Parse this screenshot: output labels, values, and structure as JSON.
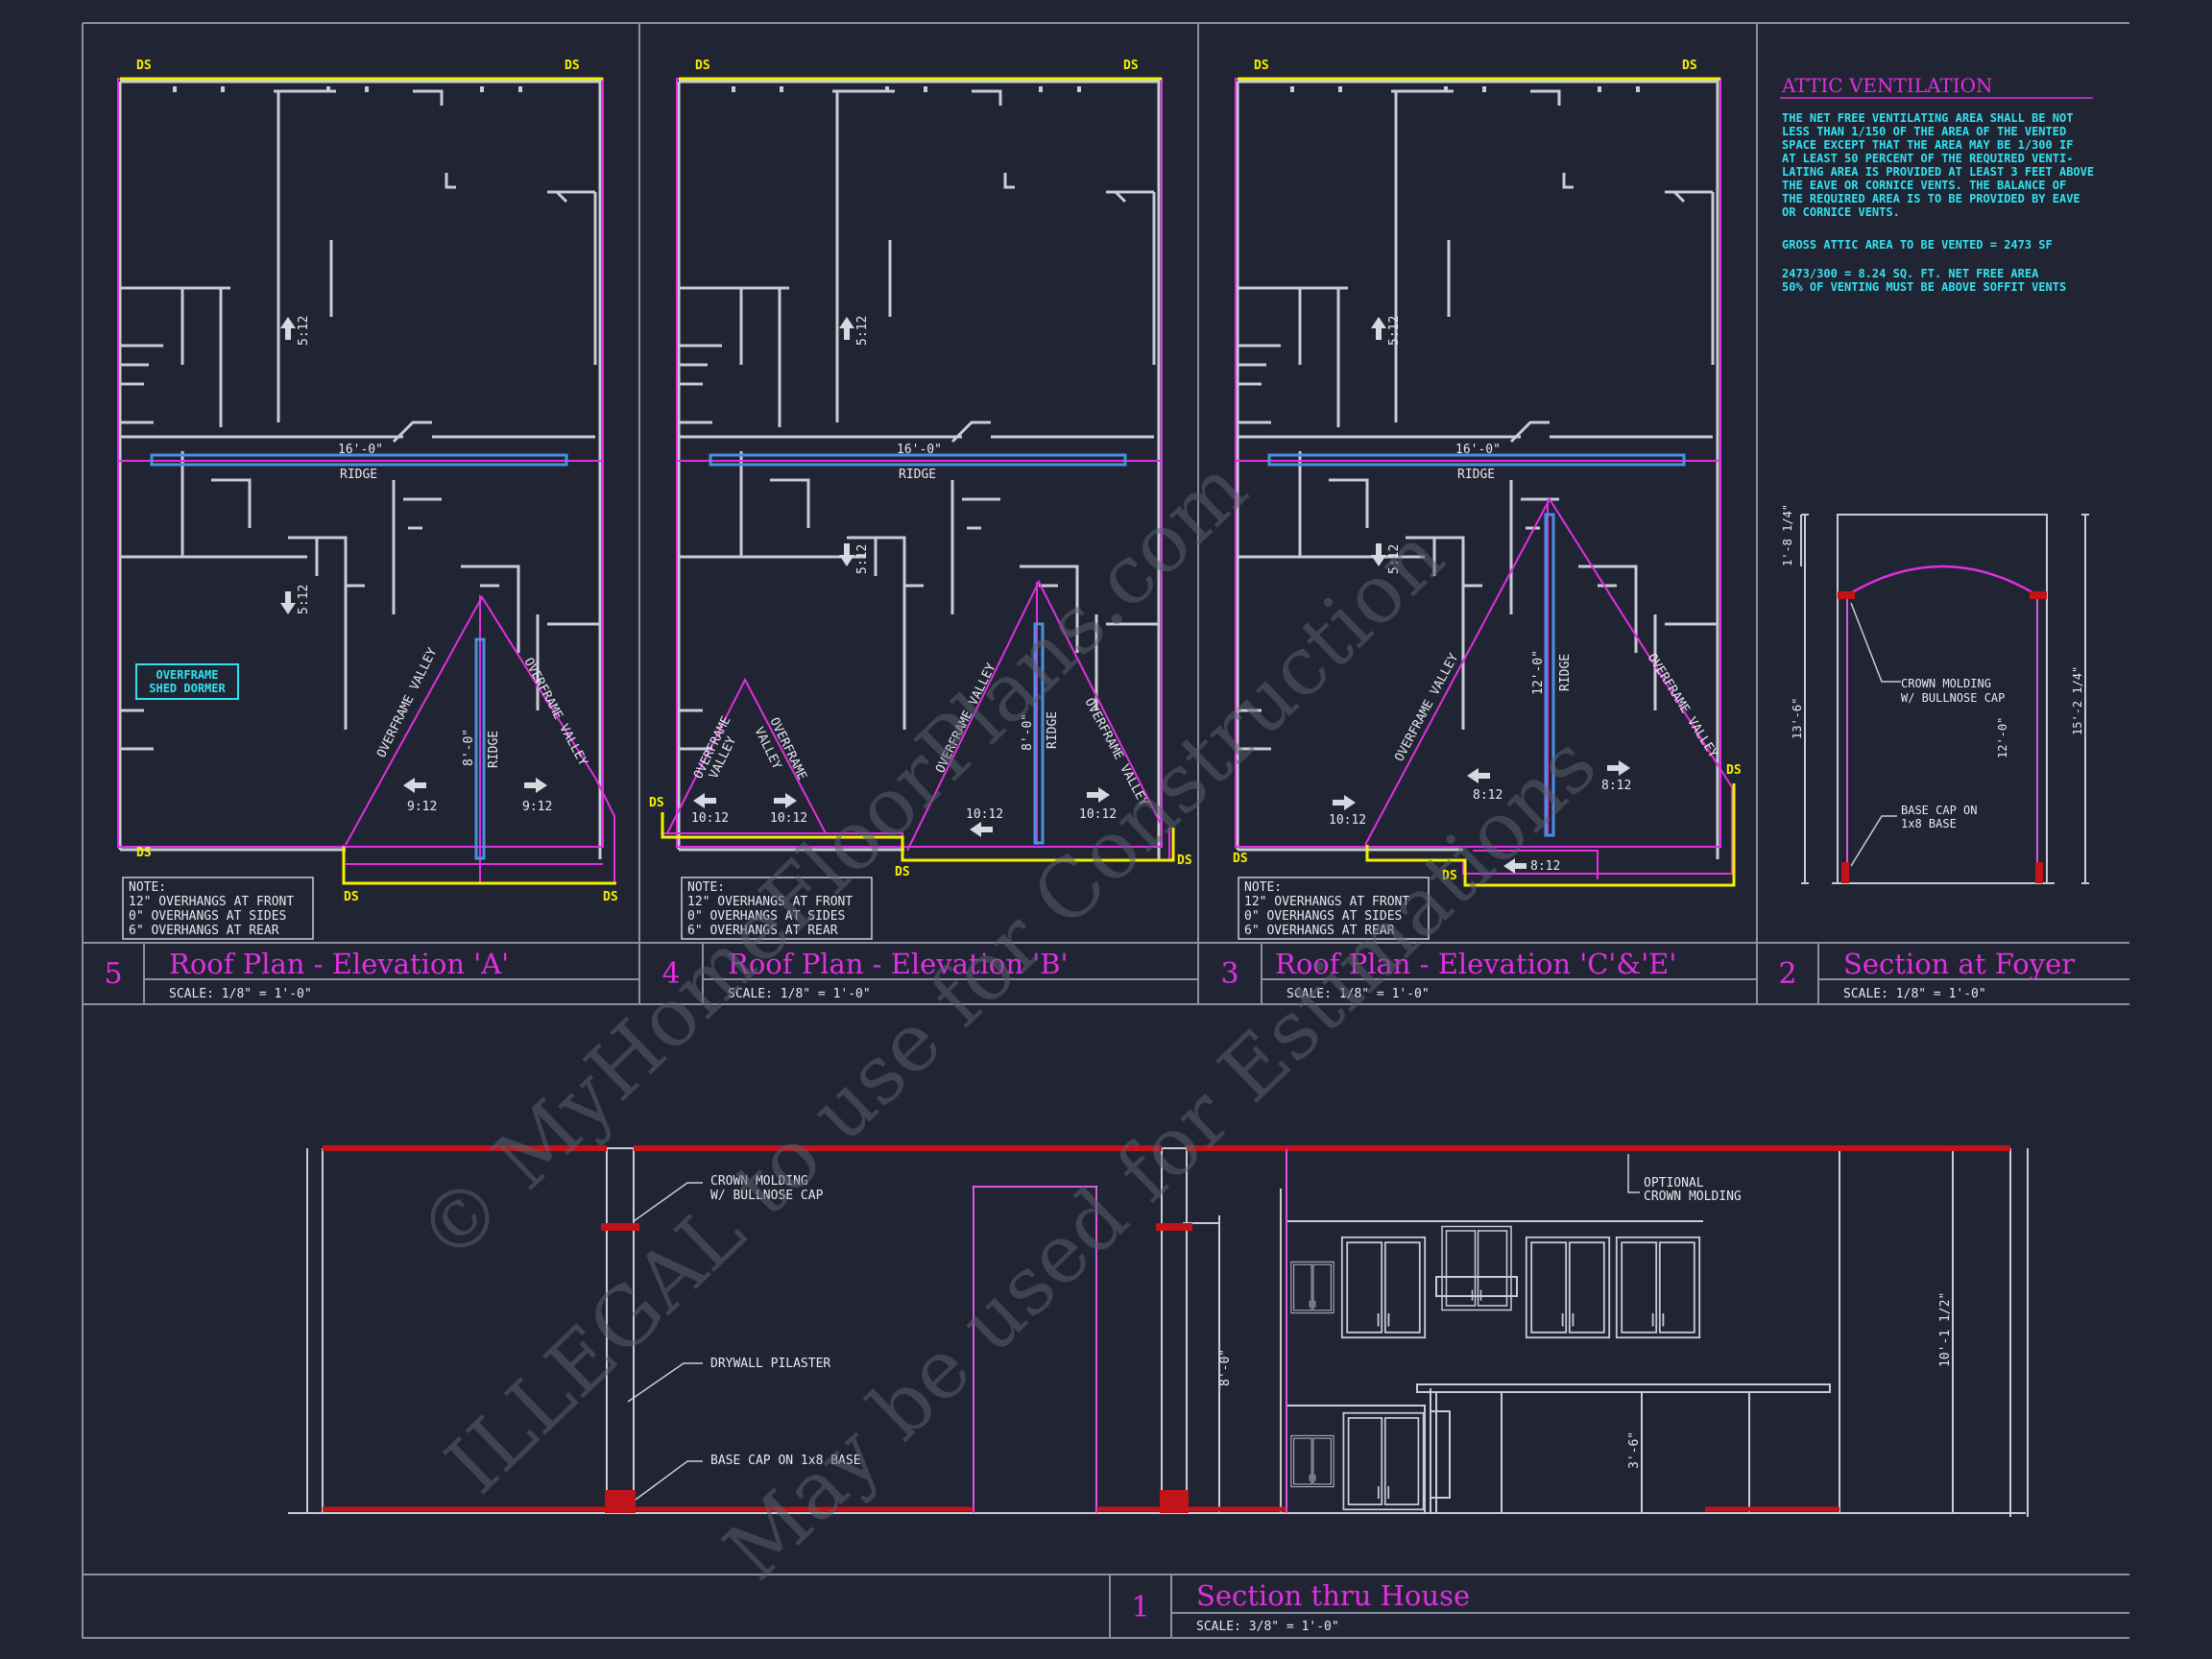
{
  "panels": [
    {
      "number": "5",
      "title": "Roof Plan - Elevation 'A'",
      "scale": "SCALE: 1/8\" = 1'-0\"",
      "note": [
        "NOTE:",
        "12\" OVERHANGS AT FRONT",
        "0\" OVERHANGS AT SIDES",
        "6\" OVERHANGS AT REAR"
      ]
    },
    {
      "number": "4",
      "title": "Roof Plan - Elevation 'B'",
      "scale": "SCALE: 1/8\" = 1'-0\"",
      "note": [
        "NOTE:",
        "12\" OVERHANGS AT FRONT",
        "0\" OVERHANGS AT SIDES",
        "6\" OVERHANGS AT REAR"
      ]
    },
    {
      "number": "3",
      "title": "Roof Plan - Elevation 'C'&'E'",
      "scale": "SCALE: 1/8\" = 1'-0\"",
      "note": [
        "NOTE:",
        "12\" OVERHANGS AT FRONT",
        "0\" OVERHANGS AT SIDES",
        "6\" OVERHANGS AT REAR"
      ]
    },
    {
      "number": "2",
      "title": "Section at Foyer",
      "scale": "SCALE: 1/8\" = 1'-0\""
    }
  ],
  "section_house": {
    "number": "1",
    "title": "Section thru House",
    "scale": "SCALE: 3/8\" = 1'-0\""
  },
  "labels": {
    "ds": "DS",
    "ridge": "RIDGE",
    "ridge_dim": "16'-0\"",
    "slope_512": "5:12",
    "overframe_valley": "OVERFRAME VALLEY",
    "overframe_valley_short_1": "OVERFRAME",
    "overframe_valley_short_2": "VALLEY",
    "eight_ft": "8'-0\"",
    "twelve_ft": "12'-0\"",
    "shed_dormer_1": "OVERFRAME",
    "shed_dormer_2": "SHED DORMER",
    "p912": "9:12",
    "p1012": "10:12",
    "p812": "8:12"
  },
  "attic": {
    "heading": "ATTIC VENTILATION",
    "lines": [
      "THE NET FREE VENTILATING AREA SHALL BE NOT",
      "LESS THAN 1/150 OF THE AREA OF THE VENTED",
      "SPACE EXCEPT THAT THE AREA MAY BE 1/300 IF",
      "AT LEAST 50 PERCENT OF THE REQUIRED VENTI-",
      "LATING AREA IS PROVIDED AT LEAST 3 FEET ABOVE",
      "THE EAVE OR CORNICE VENTS.  THE BALANCE OF",
      "THE REQUIRED AREA IS TO BE PROVIDED BY EAVE",
      "OR CORNICE VENTS."
    ],
    "gross": "GROSS ATTIC AREA TO BE VENTED = 2473 SF",
    "calc1": "2473/300 = 8.24 SQ. FT. NET FREE AREA",
    "calc2": "50% OF VENTING MUST BE ABOVE SOFFIT VENTS"
  },
  "foyer": {
    "crown_1": "CROWN MOLDING",
    "crown_2": "W/ BULLNOSE CAP",
    "base_1": "BASE CAP ON",
    "base_2": "1x8 BASE",
    "dim_top": "1'-8 1/4\"",
    "dim_left": "13'-6\"",
    "dim_mid": "12'-0\"",
    "dim_right": "15'-2 1/4\""
  },
  "section_labels": {
    "crown_1": "CROWN MOLDING",
    "crown_2": "W/ BULLNOSE CAP",
    "pilaster": "DRYWALL PILASTER",
    "base": "BASE CAP ON 1x8 BASE",
    "optional_1": "OPTIONAL",
    "optional_2": "CROWN MOLDING",
    "dim_8": "8'-0\"",
    "dim_36": "3'-6\"",
    "dim_101": "10'-1 1/2\""
  },
  "watermark": [
    "© MyHomeFloorPlans.com",
    "ILLEGAL to use for Construction",
    "May be used for Estimations"
  ],
  "colors": {
    "background": "#212533",
    "line": "#c9ccd6",
    "magenta": "#e02fe0",
    "cyan": "#33e0f0",
    "yellow": "#f5f000",
    "blue": "#4a90e2",
    "red": "#c0141a"
  }
}
